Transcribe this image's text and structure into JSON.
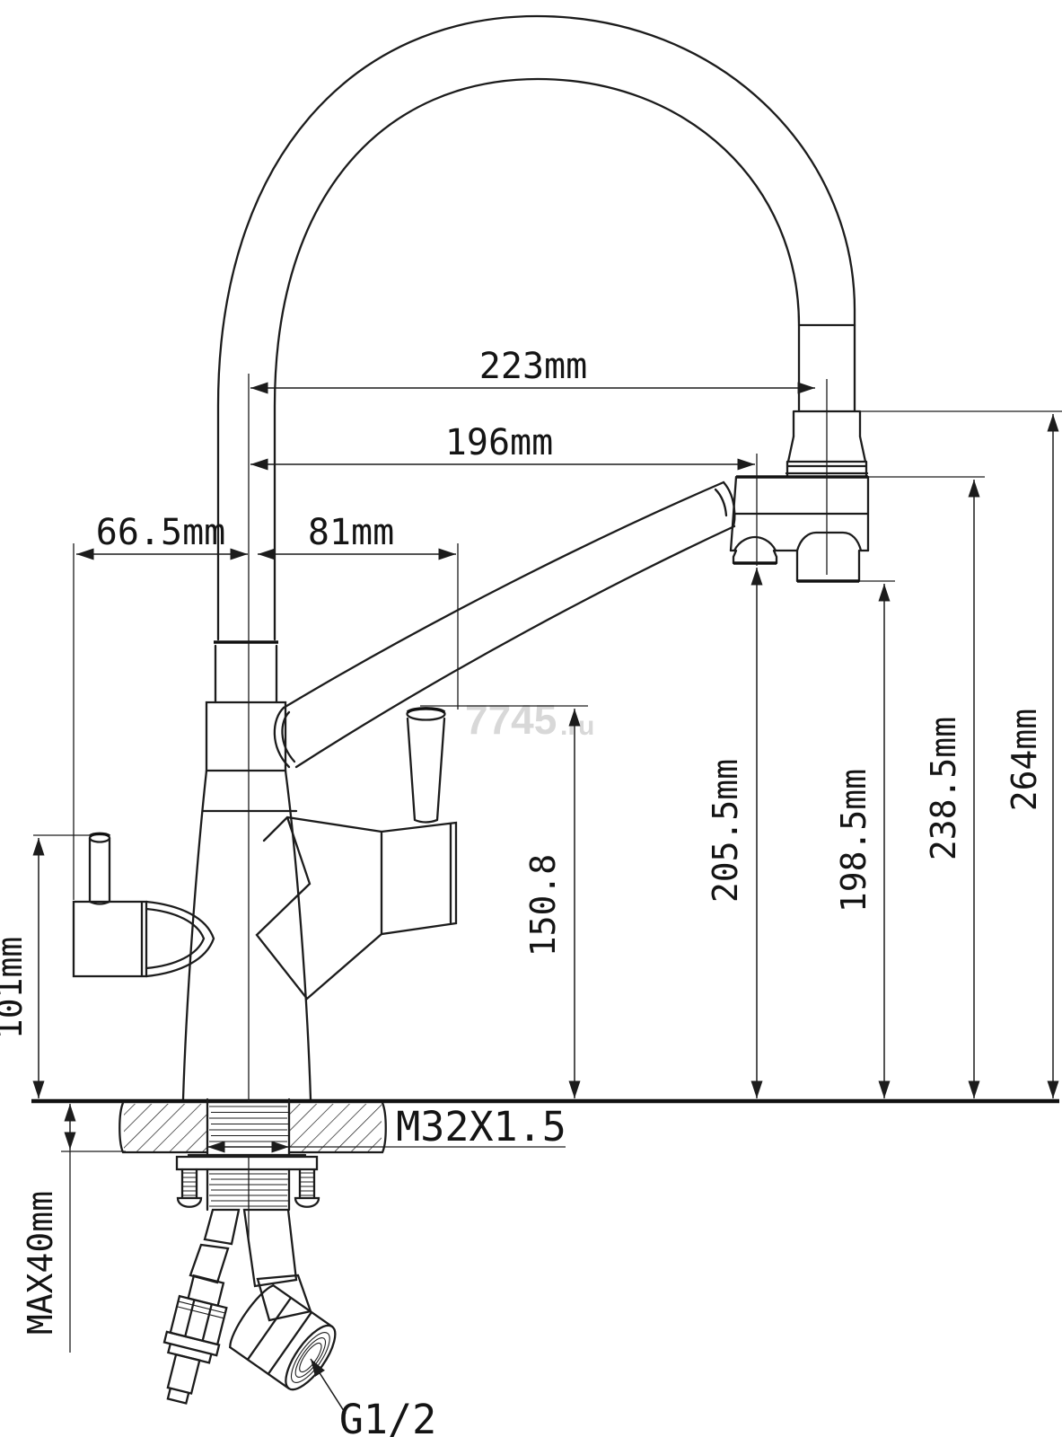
{
  "drawing": {
    "kind": "technical-dimensional-drawing",
    "subject": "kitchen faucet with gooseneck spout, filter-water valve and under-counter mounting"
  },
  "watermark": {
    "main": "7745",
    "suffix": ".ru"
  },
  "dims": {
    "d223": "223mm",
    "d196": "196mm",
    "d66_5": "66.5mm",
    "d81": "81mm",
    "d101": "101mm",
    "d150_8": "150.8",
    "d205_5": "205.5mm",
    "d198_5": "198.5mm",
    "d238_5": "238.5mm",
    "d264": "264mm",
    "dmax40": "MAX40mm",
    "thread": "M32X1.5",
    "connector": "G1/2"
  },
  "colors": {
    "line": "#1c1c1c",
    "watermark": "#d8d8d8",
    "background": "#ffffff"
  }
}
